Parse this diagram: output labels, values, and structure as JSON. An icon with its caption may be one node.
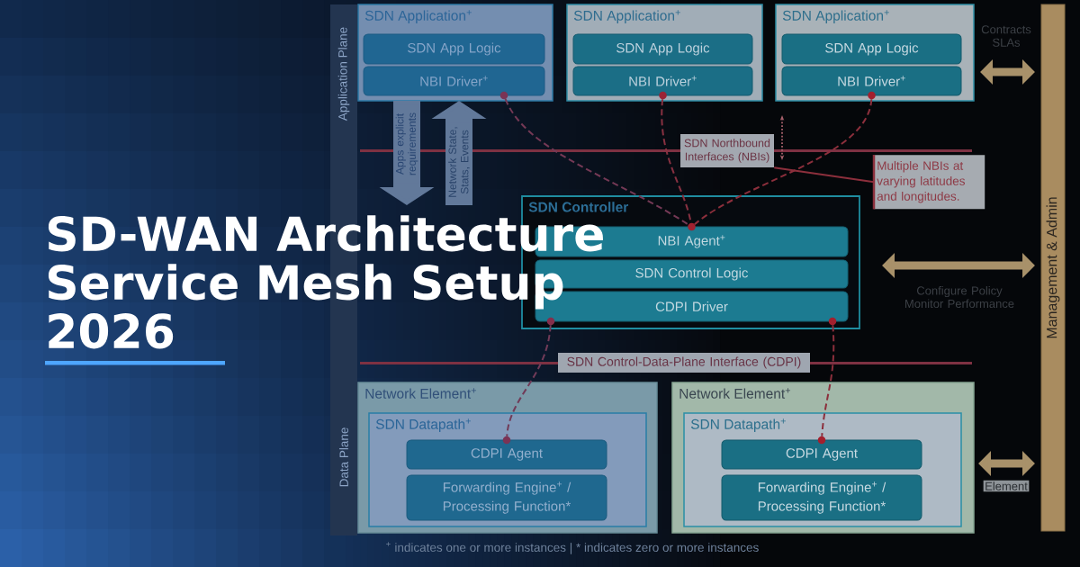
{
  "diagram": {
    "title": "SD-WAN Architecture Service Mesh Setup 2026",
    "nodes": [
      {
        "text": [
          "SDN Application$^{+}$"
        ]
      },
      {
        "text": [
          "SDN App Logic"
        ],
        "in": 0
      },
      {
        "text": [
          "NBI Driver$^{+}$"
        ],
        "in": 0
      },
      {
        "text": [
          "SDN Application$^{+}$"
        ]
      },
      {
        "text": [
          "SDN App Logic"
        ],
        "in": 3
      },
      {
        "text": [
          "NBI Driver$^{+}$"
        ],
        "in": 3
      },
      {
        "text": [
          "SDN Application$^{+}$"
        ]
      },
      {
        "text": [
          "SDN App Logic"
        ],
        "in": 6
      },
      {
        "text": [
          "NBI Driver$^{+}$"
        ],
        "in": 6
      },
      {
        "text": [
          "Management & Admin"
        ]
      },
      {
        "text": [
          "SDN Northbound Interfaces (NBIs)"
        ]
      },
      {
        "text": [
          "Multiple NBIs at varying latitudes and longitudes."
        ]
      },
      {
        "text": [
          "SDN Controller"
        ]
      },
      {
        "text": [
          "NBI Agent$^{+}$"
        ],
        "in": 12
      },
      {
        "text": [
          "SDN Control Logic"
        ],
        "in": 12
      },
      {
        "text": [
          "CDPI Driver"
        ],
        "in": 12
      },
      {
        "text": [
          "SDN Control-Data-Plane Interface (CDPI)"
        ]
      },
      {
        "text": [
          "Network Element$^{+}$"
        ]
      },
      {
        "text": [
          "SDN Datapath$^{+}$"
        ],
        "in": 17
      },
      {
        "text": [
          "CDPI Agent"
        ],
        "in": 18
      },
      {
        "text": [
          "Forwarding Engine$^{+}$ / Processing Function*"
        ],
        "in": 18
      },
      {
        "text": [
          "Network Element$^{+}$"
        ]
      },
      {
        "text": [
          "SDN Datapath$^{+}$"
        ],
        "in": 21
      },
      {
        "text": [
          "CDPI Agent"
        ],
        "in": 22
      },
      {
        "text": [
          "Forwarding Engine$^{+}$ / Processing Function*"
        ],
        "in": 22
      },
      {
        "text": [],
        "shape": "circle",
        "in": 0
      },
      {
        "text": [],
        "shape": "circle",
        "in": 3
      },
      {
        "text": [],
        "shape": "circle",
        "in": 6
      },
      {
        "text": [],
        "shape": "circle",
        "in": 12
      },
      {
        "text": [],
        "shape": "circle",
        "in": 12
      },
      {
        "text": [],
        "shape": "circle",
        "in": 12
      },
      {
        "text": [],
        "shape": "circle",
        "in": 18
      },
      {
        "text": [],
        "shape": "circle",
        "in": 22
      }
    ],
    "edges": [
      {
        "from": 25,
        "to": 28,
        "arrow": "none",
        "style": "dashed"
      },
      {
        "from": 26,
        "to": 28,
        "arrow": "none",
        "style": "dashed"
      },
      {
        "from": 27,
        "to": 28,
        "arrow": "none",
        "style": "dashed"
      },
      {
        "from": 29,
        "to": 31,
        "arrow": "none",
        "style": "dashed"
      },
      {
        "from": 30,
        "to": 32,
        "arrow": "none",
        "style": "dashed"
      },
      {
        "from": 6,
        "to": 9,
        "arrow": "both",
        "style": "thick",
        "color": "#a8916a",
        "label": "Contracts SLAs"
      },
      {
        "from": 12,
        "to": 9,
        "arrow": "both",
        "style": "thick",
        "color": "#a8916a",
        "label": "Configure Policy Monitor Performance"
      },
      {
        "from": 21,
        "to": 9,
        "arrow": "both",
        "style": "thick",
        "color": "#a8916a",
        "label": "Element"
      },
      {
        "from": 11,
        "to": 10,
        "arrow": "none"
      },
      {
        "from": 0,
        "to": null,
        "arrow": "to",
        "style": "thick",
        "color": "#62799a",
        "label": "Apps explicit requirements"
      },
      {
        "from": null,
        "to": 0,
        "arrow": "to",
        "style": "thick",
        "color": "#62799a",
        "label": "Network State, Stats, Events"
      }
    ],
    "labels": [
      "Application Plane",
      "Data Plane",
      "$^{+}$ indicates one or more instances | * indicates zero or more instances"
    ]
  }
}
